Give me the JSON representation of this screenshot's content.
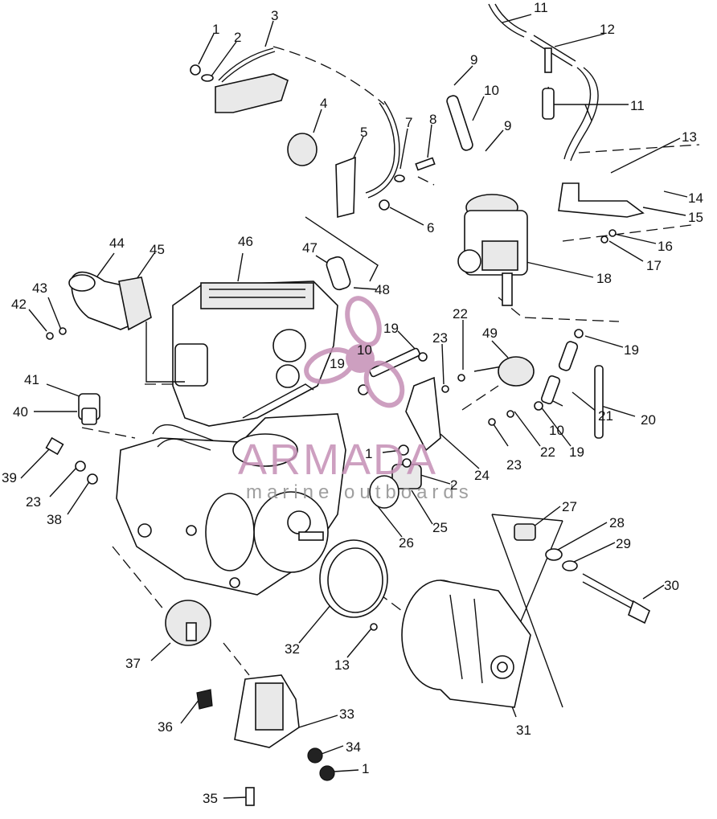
{
  "diagram": {
    "callouts": [
      {
        "id": "c1a",
        "text": "1"
      },
      {
        "id": "c2a",
        "text": "2"
      },
      {
        "id": "c3",
        "text": "3"
      },
      {
        "id": "c4",
        "text": "4"
      },
      {
        "id": "c5",
        "text": "5"
      },
      {
        "id": "c6",
        "text": "6"
      },
      {
        "id": "c7",
        "text": "7"
      },
      {
        "id": "c8",
        "text": "8"
      },
      {
        "id": "c9a",
        "text": "9"
      },
      {
        "id": "c9b",
        "text": "9"
      },
      {
        "id": "c10a",
        "text": "10"
      },
      {
        "id": "c11a",
        "text": "11"
      },
      {
        "id": "c11b",
        "text": "11"
      },
      {
        "id": "c12",
        "text": "12"
      },
      {
        "id": "c13a",
        "text": "13"
      },
      {
        "id": "c14",
        "text": "14"
      },
      {
        "id": "c15",
        "text": "15"
      },
      {
        "id": "c16",
        "text": "16"
      },
      {
        "id": "c17",
        "text": "17"
      },
      {
        "id": "c18",
        "text": "18"
      },
      {
        "id": "c19a",
        "text": "19"
      },
      {
        "id": "c19b",
        "text": "19"
      },
      {
        "id": "c19c",
        "text": "19"
      },
      {
        "id": "c19d",
        "text": "19"
      },
      {
        "id": "c10b",
        "text": "10"
      },
      {
        "id": "c10c",
        "text": "10"
      },
      {
        "id": "c20",
        "text": "20"
      },
      {
        "id": "c21",
        "text": "21"
      },
      {
        "id": "c22a",
        "text": "22"
      },
      {
        "id": "c22b",
        "text": "22"
      },
      {
        "id": "c23a",
        "text": "23"
      },
      {
        "id": "c23b",
        "text": "23"
      },
      {
        "id": "c23c",
        "text": "23"
      },
      {
        "id": "c24",
        "text": "24"
      },
      {
        "id": "c25",
        "text": "25"
      },
      {
        "id": "c26",
        "text": "26"
      },
      {
        "id": "c1b",
        "text": "1"
      },
      {
        "id": "c2b",
        "text": "2"
      },
      {
        "id": "c27",
        "text": "27"
      },
      {
        "id": "c28",
        "text": "28"
      },
      {
        "id": "c29",
        "text": "29"
      },
      {
        "id": "c30",
        "text": "30"
      },
      {
        "id": "c31",
        "text": "31"
      },
      {
        "id": "c32",
        "text": "32"
      },
      {
        "id": "c13b",
        "text": "13"
      },
      {
        "id": "c33",
        "text": "33"
      },
      {
        "id": "c34",
        "text": "34"
      },
      {
        "id": "c1c",
        "text": "1"
      },
      {
        "id": "c35",
        "text": "35"
      },
      {
        "id": "c36",
        "text": "36"
      },
      {
        "id": "c37",
        "text": "37"
      },
      {
        "id": "c38",
        "text": "38"
      },
      {
        "id": "c39",
        "text": "39"
      },
      {
        "id": "c40",
        "text": "40"
      },
      {
        "id": "c41",
        "text": "41"
      },
      {
        "id": "c42",
        "text": "42"
      },
      {
        "id": "c43",
        "text": "43"
      },
      {
        "id": "c44",
        "text": "44"
      },
      {
        "id": "c45",
        "text": "45"
      },
      {
        "id": "c46",
        "text": "46"
      },
      {
        "id": "c47",
        "text": "47"
      },
      {
        "id": "c48",
        "text": "48"
      },
      {
        "id": "c49",
        "text": "49"
      }
    ]
  },
  "watermark": {
    "brand": "ARMADA",
    "tagline": "marine outboards",
    "color": "#c58fb6"
  }
}
